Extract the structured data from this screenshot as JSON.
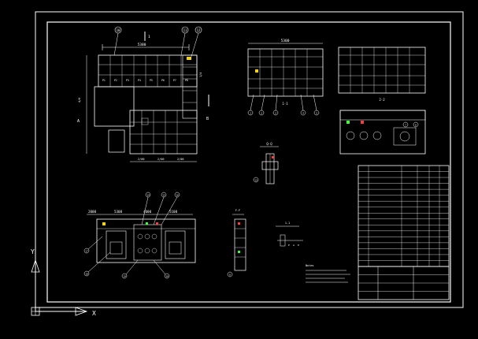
{
  "drawing": {
    "colors": {
      "background": "#000000",
      "frame": "#ffffff",
      "structure": "#ffffff",
      "dimension": "#ffffff",
      "fill_yellow": "#f2d21c",
      "accent_green": "#3cff3c",
      "accent_red": "#ff3c3c",
      "accent_cyan": "#3cf0ff"
    },
    "plan_view": {
      "dim_top": "5300",
      "dim_side_left": "4/6",
      "dim_side_right": "1/4",
      "bottom_labels": [
        "2/00",
        "2/00",
        "2/00"
      ],
      "callouts": [
        "10",
        "11",
        "12"
      ],
      "section_mark": "1",
      "left_label": "A",
      "right_label": "B"
    },
    "front_elevation": {
      "dim_top": "5300",
      "callouts": [
        "1",
        "2",
        "3",
        "4",
        "5"
      ],
      "sub_label": "1-1"
    },
    "side_elevation": {
      "sub_label": "2-2"
    },
    "detail_top_right": {
      "callouts": [
        "7",
        "8"
      ]
    },
    "small_detail": {
      "title": "Q-Q",
      "callout": "13"
    },
    "lower_elevation": {
      "dims": [
        "2000",
        "5300",
        "4000",
        "5100"
      ],
      "callouts": [
        "14",
        "15",
        "16",
        "17",
        "18",
        "19",
        "20"
      ]
    },
    "section_detail": {
      "callout": "8",
      "top_label": "F-F"
    },
    "small_section": {
      "title": "1-1",
      "labels": [
        "P",
        "A",
        "P"
      ]
    },
    "notes_heading": "Notes",
    "table_row_count": "17",
    "title_block": {
      "row_count": "4"
    },
    "axis": {
      "y_label": "Y",
      "x_label": "X"
    }
  }
}
